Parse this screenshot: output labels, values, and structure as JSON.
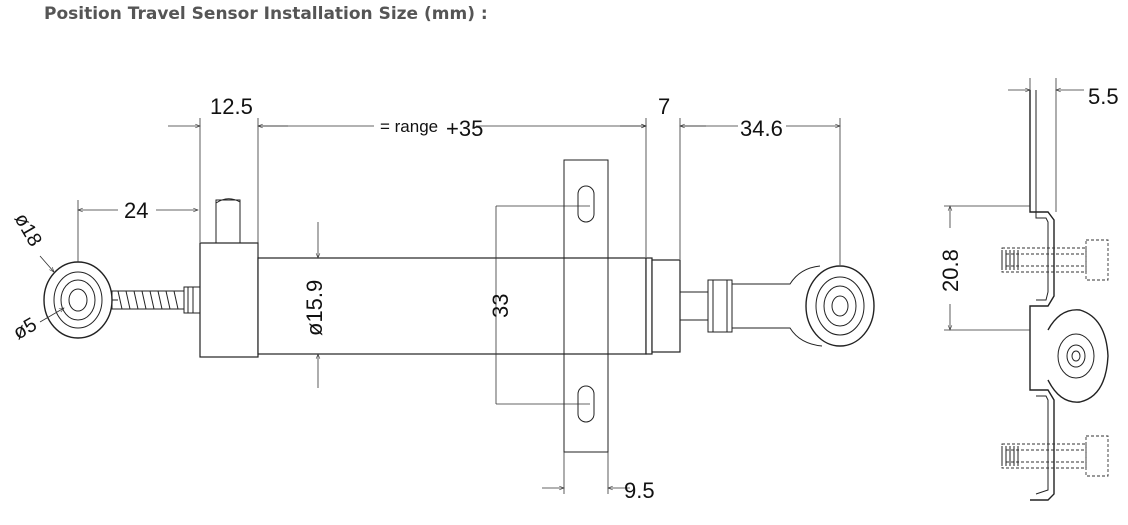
{
  "title": "Position Travel Sensor Installation Size (mm) :",
  "dimensions": {
    "d_12_5": "12.5",
    "range_label": "= range",
    "range_plus": "+35",
    "d_7": "7",
    "d_34_6": "34.6",
    "d_24": "24",
    "phi_18": "ø18",
    "phi_5": "ø5",
    "phi_15_9": "ø15.9",
    "d_33": "33",
    "d_9_5": "9.5",
    "d_5_5": "5.5",
    "d_20_8": "20.8"
  }
}
